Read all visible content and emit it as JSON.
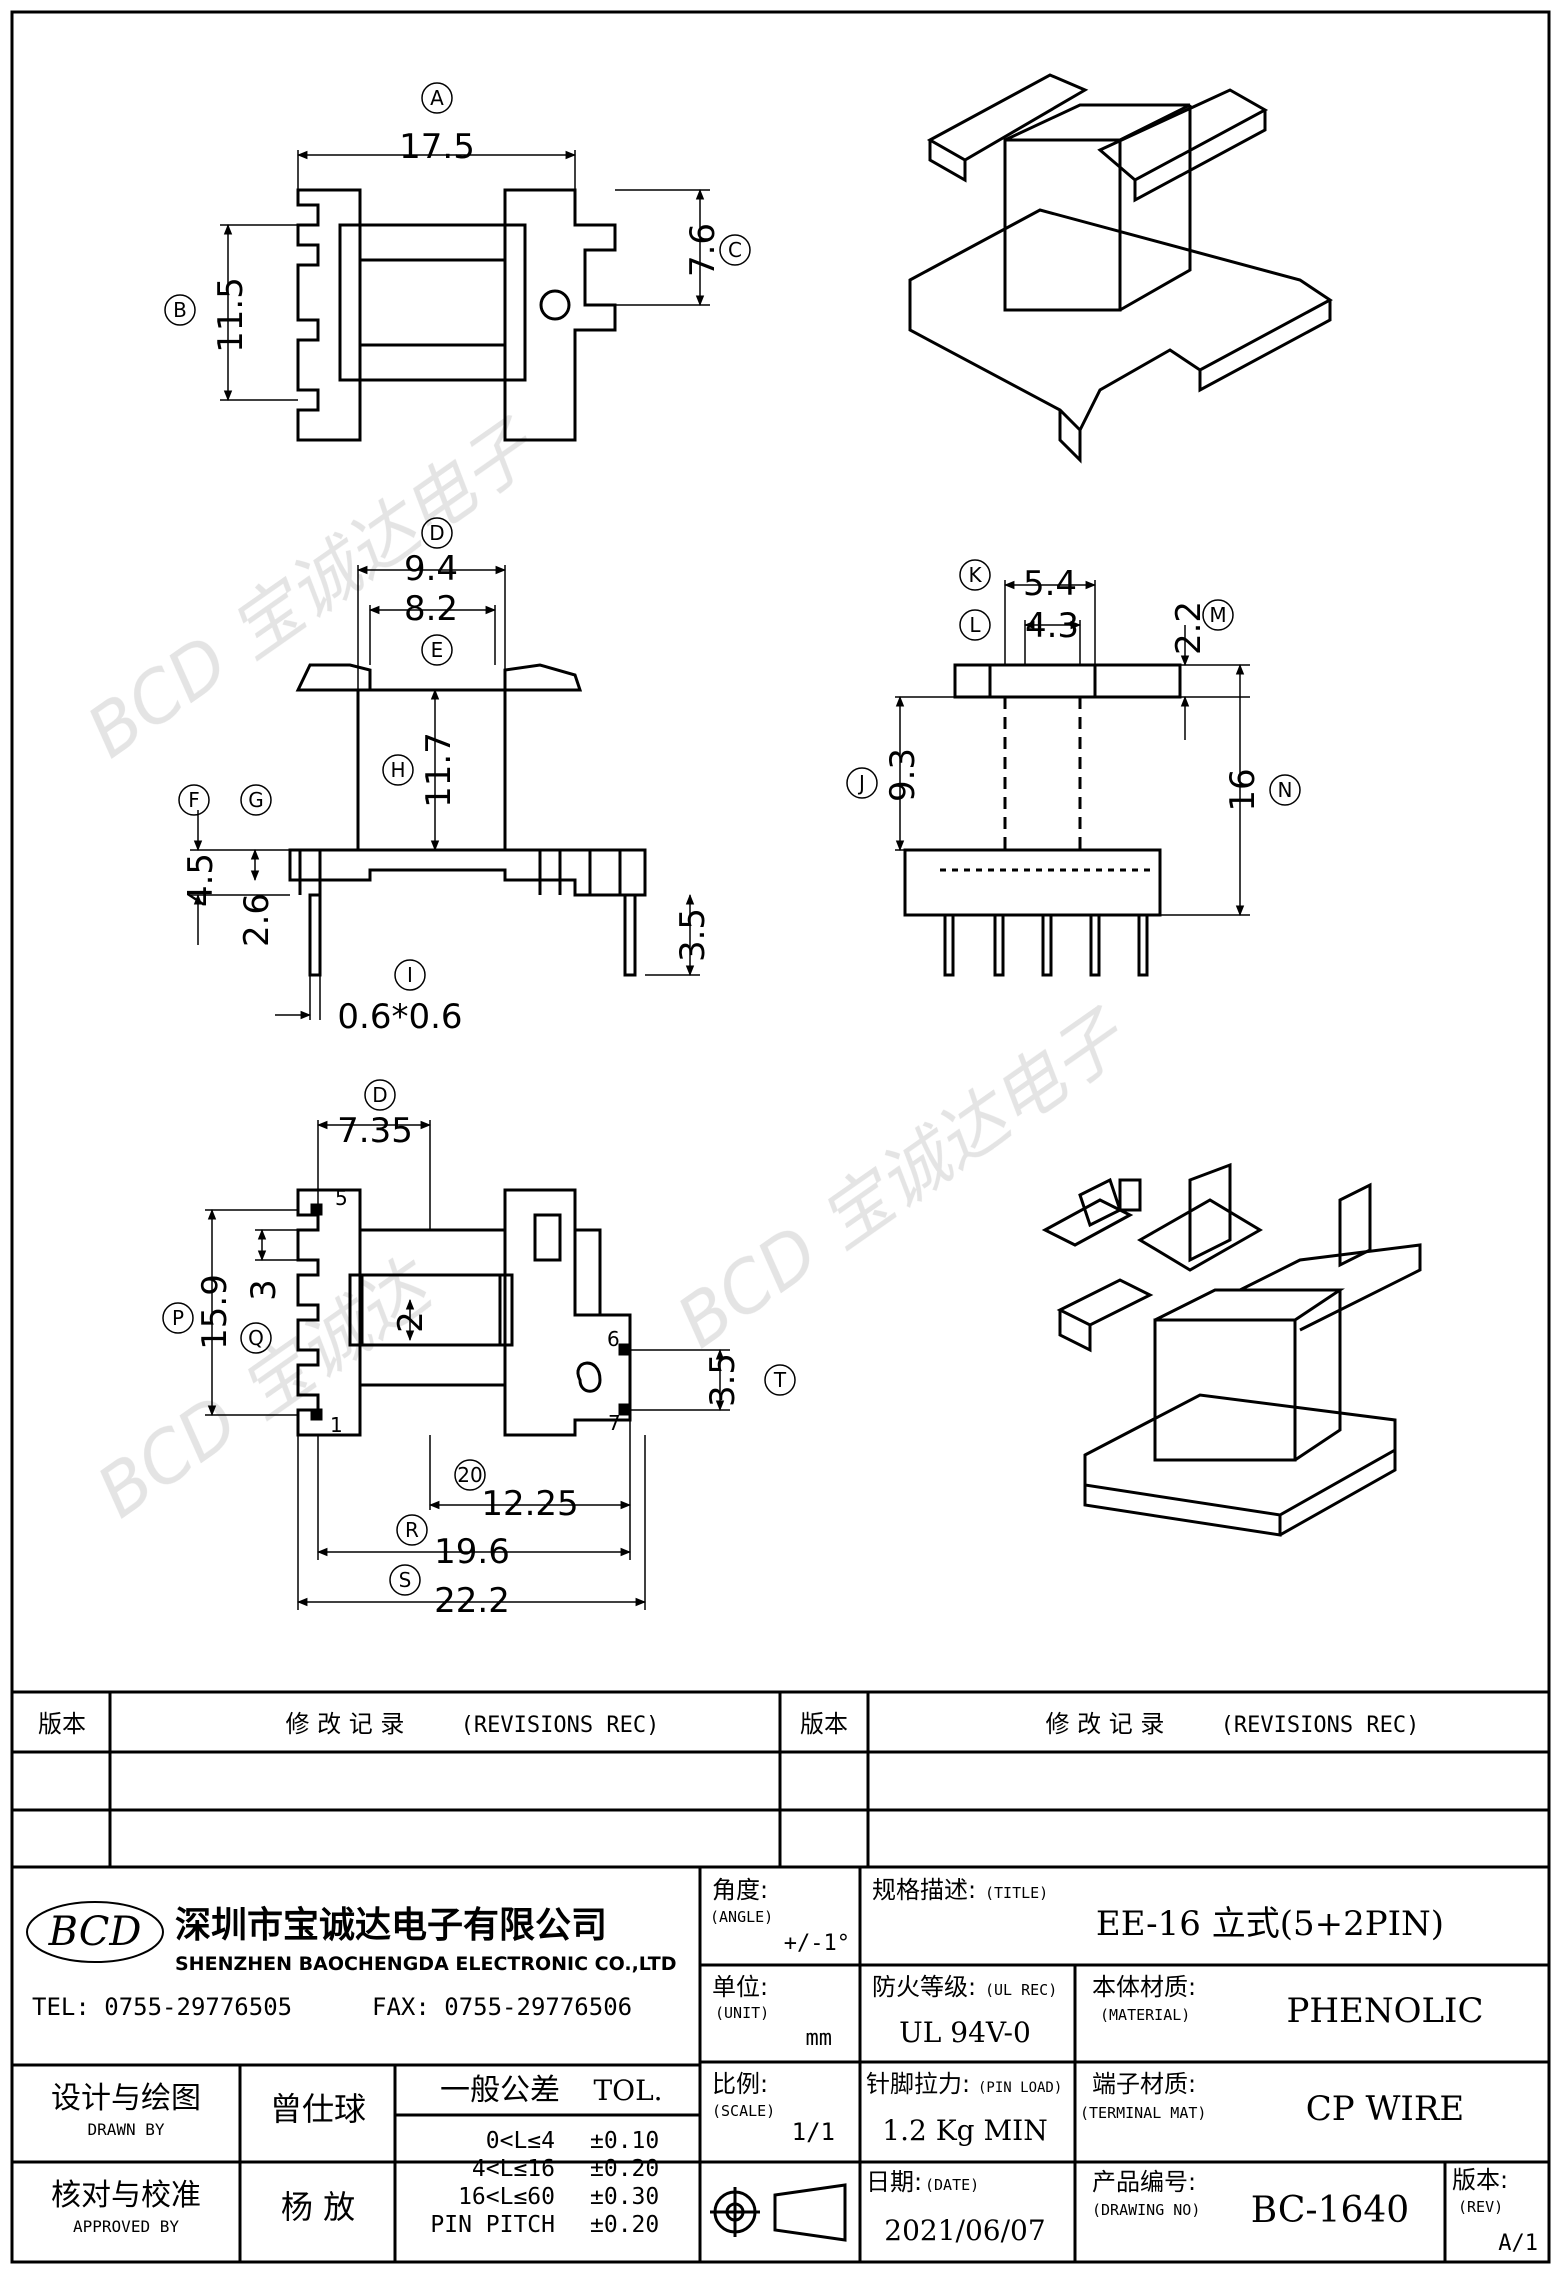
{
  "drawing": {
    "top_view": {
      "A": {
        "tag": "A",
        "value": "17.5"
      },
      "B": {
        "tag": "B",
        "value": "11.5"
      },
      "C": {
        "tag": "C",
        "value": "7.6"
      }
    },
    "front_view": {
      "D": {
        "tag": "D",
        "value": "9.4"
      },
      "E": {
        "tag": "E",
        "value": "8.2"
      },
      "H": {
        "tag": "H",
        "value": "11.7"
      },
      "F": {
        "tag": "F",
        "value": "4.5"
      },
      "G": {
        "tag": "G",
        "value": "2.6"
      },
      "I": {
        "tag": "I",
        "value": "0.6*0.6"
      },
      "pin": "3.5"
    },
    "side_view": {
      "K": {
        "tag": "K",
        "value": "5.4"
      },
      "L": {
        "tag": "L",
        "value": "4.3"
      },
      "M": {
        "tag": "M",
        "value": "2.2"
      },
      "J": {
        "tag": "J",
        "value": "9.3"
      },
      "N": {
        "tag": "N",
        "value": "16"
      }
    },
    "bottom_view": {
      "D2": {
        "tag": "D",
        "value": "7.35"
      },
      "P": {
        "tag": "P",
        "value": "15.9"
      },
      "Q": {
        "tag": "Q",
        "value": "3"
      },
      "two": "2",
      "T": {
        "tag": "T",
        "value": "3.5"
      },
      "d20": {
        "tag": "20",
        "value": "12.25"
      },
      "R": {
        "tag": "R",
        "value": "19.6"
      },
      "S": {
        "tag": "S",
        "value": "22.2"
      },
      "pins": [
        "5",
        "1",
        "6",
        "7"
      ]
    }
  },
  "revisions": {
    "left_header": "版本",
    "left_title": "修 改 记 录",
    "left_title_en": "(REVISIONS REC)",
    "right_header": "版本",
    "right_title": "修 改 记 录",
    "right_title_en": "(REVISIONS REC)"
  },
  "company": {
    "logo": "BCD",
    "name_cn": "深圳市宝诚达电子有限公司",
    "name_en": "SHENZHEN BAOCHENGDA ELECTRONIC CO.,LTD",
    "tel": "TEL: 0755-29776505",
    "fax": "FAX: 0755-29776506"
  },
  "tolerance": {
    "label_cn": "一般公差",
    "label_en": "TOL.",
    "rows": [
      {
        "range": "0<L≤4",
        "value": "±0.10"
      },
      {
        "range": "4<L≤16",
        "value": "±0.20"
      },
      {
        "range": "16<L≤60",
        "value": "±0.30"
      },
      {
        "range": "PIN PITCH",
        "value": "±0.20"
      }
    ]
  },
  "signoff": {
    "designer_label_cn": "设计与绘图",
    "designer_label_en": "DRAWN BY",
    "designer": "曾仕球",
    "approver_label_cn": "核对与校准",
    "approver_label_en": "APPROVED BY",
    "approver": "杨 放"
  },
  "specs": {
    "angle_label": "角度:",
    "angle_en": "(ANGLE)",
    "angle": "+/-1°",
    "unit_label": "单位:",
    "unit_en": "(UNIT)",
    "unit": "mm",
    "scale_label": "比例:",
    "scale_en": "(SCALE)",
    "scale": "1/1",
    "title_label": "规格描述:",
    "title_en": "(TITLE)",
    "title": "EE-16 立式(5+2PIN)",
    "ul_label": "防火等级:",
    "ul_en": "(UL REC)",
    "ul": "UL 94V-0",
    "material_label": "本体材质:",
    "material_en": "(MATERIAL)",
    "material": "PHENOLIC",
    "pinload_label": "针脚拉力:",
    "pinload_en": "(PIN LOAD)",
    "pinload": "1.2 Kg MIN",
    "terminal_label": "端子材质:",
    "terminal_en": "(TERMINAL MAT)",
    "terminal": "CP WIRE",
    "date_label": "日期:",
    "date_en": "(DATE)",
    "date": "2021/06/07",
    "drawing_label": "产品编号:",
    "drawing_en": "(DRAWING NO)",
    "drawing_no": "BC-1640",
    "rev_label": "版本:",
    "rev_en": "(REV)",
    "rev": "A/1"
  }
}
